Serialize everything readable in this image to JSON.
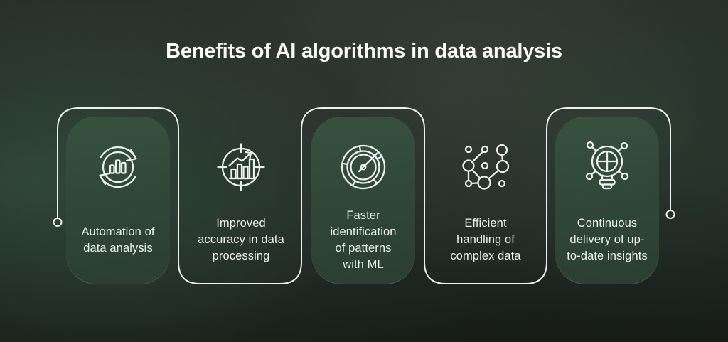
{
  "title": "Benefits of AI algorithms in data analysis",
  "cards": [
    {
      "id": "automation",
      "icon": "sync-analytics-icon",
      "filled": true,
      "label": [
        "Automation of",
        "data analysis"
      ]
    },
    {
      "id": "accuracy",
      "icon": "target-chart-icon",
      "filled": false,
      "label": [
        "Improved",
        "accuracy in data",
        "processing"
      ]
    },
    {
      "id": "patterns",
      "icon": "gauge-icon",
      "filled": true,
      "label": [
        "Faster",
        "identification",
        "of patterns",
        "with ML"
      ]
    },
    {
      "id": "complex-data",
      "icon": "network-nodes-icon",
      "filled": false,
      "label": [
        "Efficient",
        "handling of",
        "complex data"
      ]
    },
    {
      "id": "insights",
      "icon": "smart-bulb-icon",
      "filled": true,
      "label": [
        "Continuous",
        "delivery of up-",
        "to-date insights"
      ]
    }
  ],
  "colors": {
    "line": "#edf1ed",
    "title_text": "#fafcfa",
    "label_text": "#eef3ee",
    "card_green_light": "#37513f",
    "card_green_dark": "#2a3e32",
    "background": "#1f2521"
  }
}
